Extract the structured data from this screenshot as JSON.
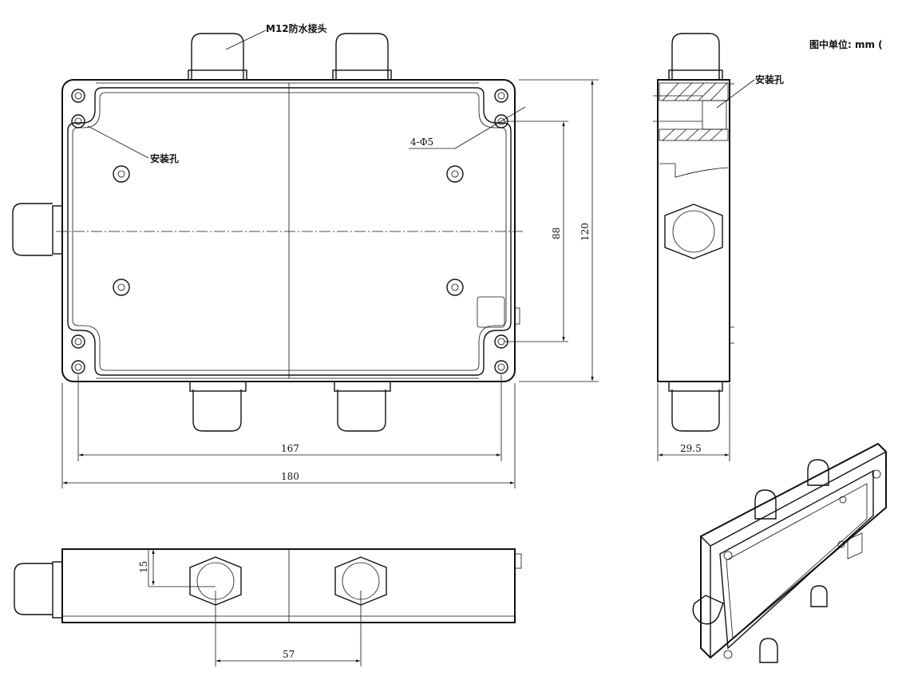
{
  "units_note": "图中单位: mm (",
  "callouts": {
    "connector": "M12防水接头",
    "mount_hole_front": "安装孔",
    "mount_hole_side": "安装孔",
    "hole_spec": "4-Φ5"
  },
  "dimensions": {
    "inner_width": "167",
    "outer_width": "180",
    "inner_height": "88",
    "outer_height": "120",
    "depth": "29.5",
    "connector_offset": "15",
    "connector_pitch": "57"
  }
}
